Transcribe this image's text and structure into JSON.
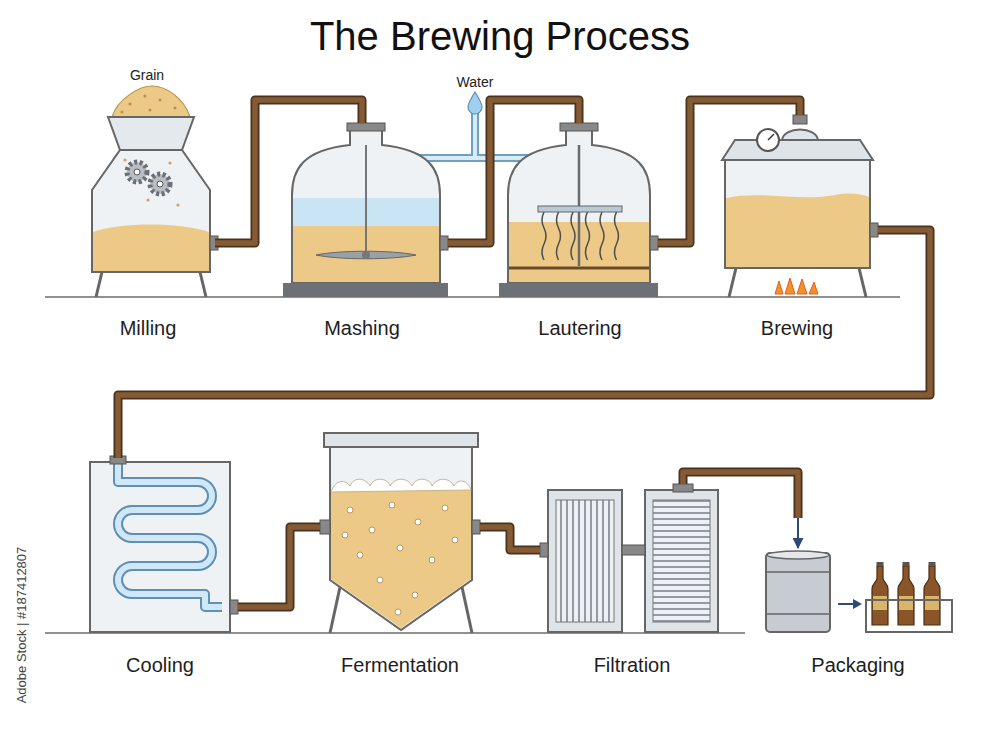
{
  "diagram": {
    "title": "The Brewing Process",
    "nodes": [
      {
        "text": [
          "Milling"
        ]
      },
      {
        "text": [
          "Mashing"
        ]
      },
      {
        "text": [
          "Lautering"
        ]
      },
      {
        "text": [
          "Brewing"
        ]
      },
      {
        "text": [
          "Cooling"
        ]
      },
      {
        "text": [
          "Fermentation"
        ]
      },
      {
        "text": [
          "Filtration"
        ]
      },
      {
        "text": [
          "Packaging"
        ]
      }
    ],
    "edges": [
      {
        "from": 0,
        "to": 1,
        "arrow": "none"
      },
      {
        "from": 1,
        "to": 2,
        "arrow": "none"
      },
      {
        "from": 2,
        "to": 3,
        "arrow": "none"
      },
      {
        "from": 3,
        "to": 4,
        "arrow": "none"
      },
      {
        "from": 4,
        "to": 5,
        "arrow": "none"
      },
      {
        "from": 5,
        "to": 6,
        "arrow": "none"
      },
      {
        "from": 6,
        "to": 7,
        "arrow": "to"
      }
    ],
    "labels": [
      "Grain",
      "Water",
      "Adobe Stock | #187412807"
    ]
  }
}
